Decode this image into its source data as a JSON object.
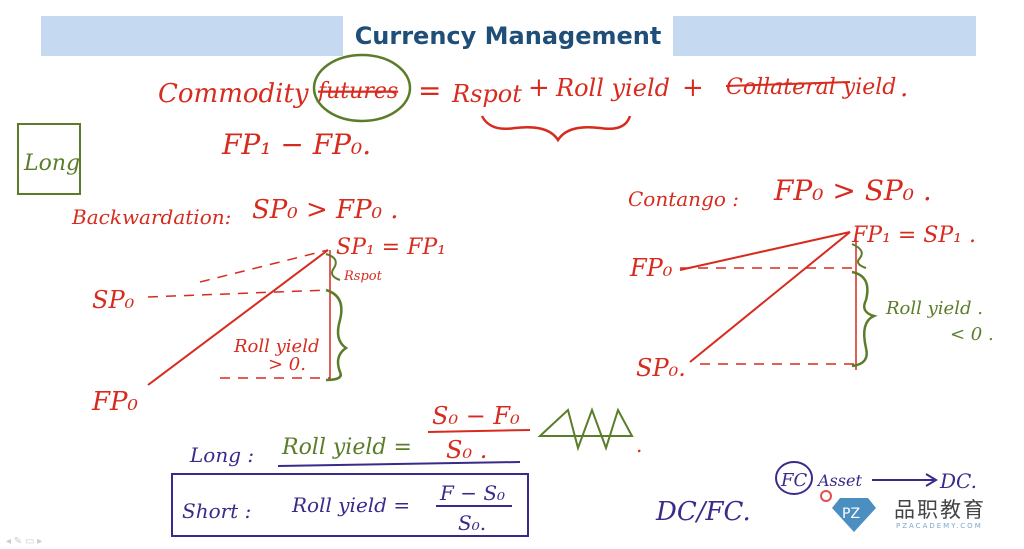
{
  "slide": {
    "title": "Currency Management"
  },
  "notes": {
    "eq1_commodity": "Commodity",
    "eq1_futures": "futures",
    "eq1_equals": "=",
    "eq1_rspot": "Rspot",
    "eq1_plus1": "+",
    "eq1_rollyield": "Roll yield",
    "eq1_plus2": "+",
    "eq1_collateral": "Collateral yield",
    "eq1_dot": ".",
    "fp_diff": "FP₁ − FP₀.",
    "long_box": "Long",
    "backwardation_label": "Backwardation:",
    "backwardation_cond": "SP₀ > FP₀ .",
    "bw_sp1_fp1": "SP₁ = FP₁",
    "bw_rspot": "Rspot",
    "bw_sp0": "SP₀",
    "bw_fp0": "FP₀",
    "bw_rollyield": "Roll yield",
    "bw_gt0": "> 0.",
    "contango_label": "Contango :",
    "contango_cond": "FP₀ > SP₀ .",
    "ct_fp1_sp1": "FP₁ = SP₁ .",
    "ct_fp0": "FP₀",
    "ct_sp0": "SP₀.",
    "ct_rollyield": "Roll yield .",
    "ct_lt0": "< 0 .",
    "long_label": "Long :",
    "long_formula": "Roll yield =",
    "long_num": "S₀ − F₀",
    "long_den": "S₀ .",
    "short_label": "Short :",
    "short_formula": "Roll yield =",
    "short_num": "F − S₀",
    "short_den": "S₀.",
    "dcfc": "DC/FC.",
    "fc_circle": "FC",
    "fc_asset": "Asset",
    "fc_arrow_dc": "DC."
  },
  "logo": {
    "mark": "PZ",
    "name": "品职教育",
    "sub": "PZACADEMY.COM"
  },
  "colors": {
    "ink_red": "#d62b1e",
    "ink_green": "#5b7d2a",
    "ink_purple": "#3a2a8a",
    "header_bar": "#c5d9f1",
    "title": "#1f4e79"
  }
}
